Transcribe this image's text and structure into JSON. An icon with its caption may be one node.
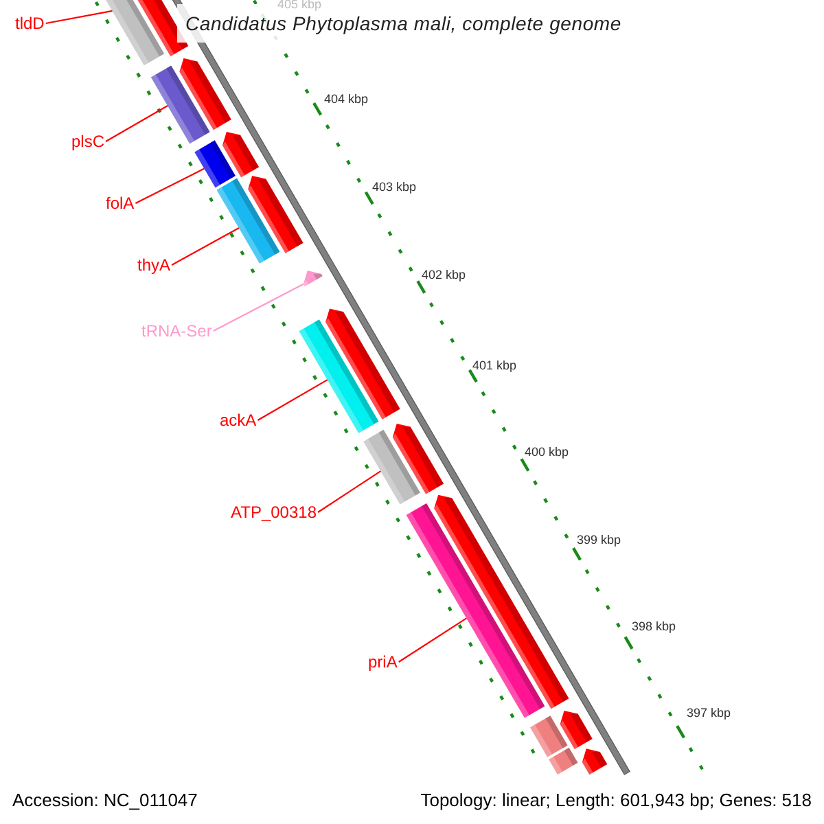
{
  "diagram": {
    "title": "Candidatus Phytoplasma mali, complete genome",
    "nodes": [
      {
        "text": [
          "tldD"
        ]
      },
      {
        "text": [
          "plsC"
        ]
      },
      {
        "text": [
          "folA"
        ]
      },
      {
        "text": [
          "thyA"
        ]
      },
      {
        "text": [
          "tRNA-Ser"
        ]
      },
      {
        "text": [
          "ackA"
        ]
      },
      {
        "text": [
          "ATP_00318"
        ]
      },
      {
        "text": [
          "priA"
        ]
      },
      {
        "text": [],
        "shape": "bar"
      },
      {
        "text": [],
        "shape": "bar"
      },
      {
        "text": [],
        "shape": "bar"
      },
      {
        "text": [],
        "shape": "bar"
      },
      {
        "text": [],
        "shape": "triangle"
      },
      {
        "text": [],
        "shape": "bar"
      },
      {
        "text": [],
        "shape": "bar"
      },
      {
        "text": [],
        "shape": "bar"
      },
      {
        "text": [],
        "shape": "bar"
      },
      {
        "text": [],
        "shape": "bar"
      }
    ],
    "edges": [
      {
        "from": 0,
        "to": 8,
        "arrow": "none"
      },
      {
        "from": 1,
        "to": 9,
        "arrow": "none"
      },
      {
        "from": 2,
        "to": 10,
        "arrow": "none"
      },
      {
        "from": 3,
        "to": 11,
        "arrow": "none"
      },
      {
        "from": 4,
        "to": 12,
        "arrow": "none",
        "color": "#ff99cc"
      },
      {
        "from": 5,
        "to": 13,
        "arrow": "none"
      },
      {
        "from": 6,
        "to": 14,
        "arrow": "none"
      },
      {
        "from": 7,
        "to": 15,
        "arrow": "none"
      }
    ],
    "labels": [
      "405 kbp",
      "404 kbp",
      "403 kbp",
      "402 kbp",
      "401 kbp",
      "400 kbp",
      "399 kbp",
      "398 kbp",
      "397 kbp",
      "Accession: NC_011047",
      "Topology: linear; Length: 601,943 bp; Genes: 518"
    ]
  }
}
